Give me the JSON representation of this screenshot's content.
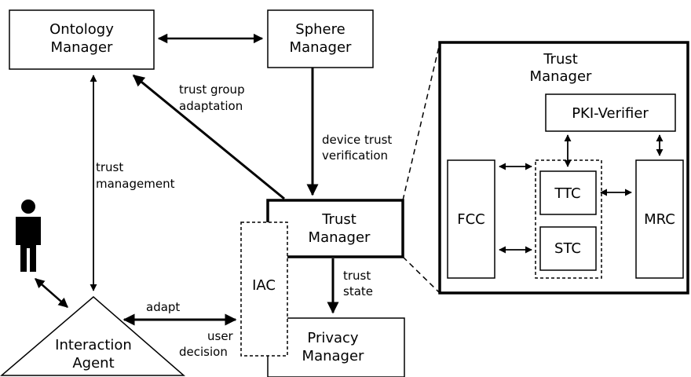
{
  "nodes": {
    "ontology_manager": [
      "Ontology",
      "Manager"
    ],
    "sphere_manager": [
      "Sphere",
      "Manager"
    ],
    "trust_manager": [
      "Trust",
      "Manager"
    ],
    "privacy_manager": [
      "Privacy",
      "Manager"
    ],
    "interaction_agent": [
      "Interaction",
      "Agent"
    ],
    "iac": "IAC"
  },
  "edge_labels": {
    "trust_group_adaptation": [
      "trust group",
      "adaptation"
    ],
    "trust_management": [
      "trust",
      "management"
    ],
    "device_trust_verification": [
      "device trust",
      "verification"
    ],
    "trust_state": [
      "trust",
      "state"
    ],
    "adapt": "adapt",
    "user_decision": [
      "user",
      "decision"
    ]
  },
  "detail": {
    "title": [
      "Trust",
      "Manager"
    ],
    "pki_verifier": "PKI-Verifier",
    "fcc": "FCC",
    "ttc": "TTC",
    "stc": "STC",
    "mrc": "MRC"
  },
  "icons": [
    "user-icon"
  ]
}
